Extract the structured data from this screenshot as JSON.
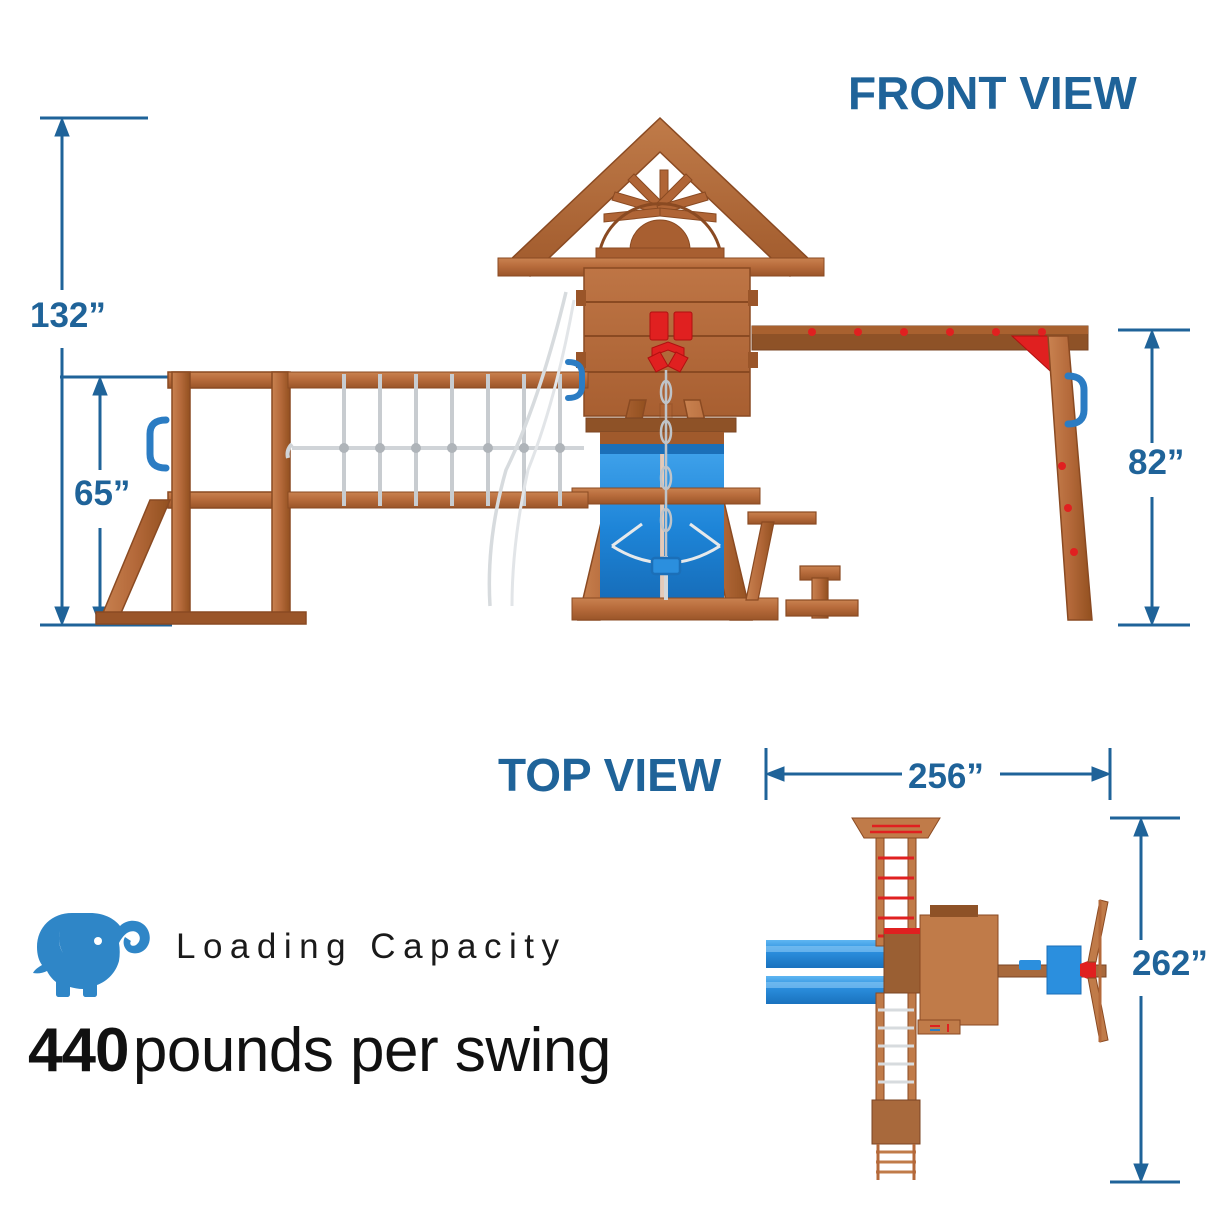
{
  "views": {
    "front": {
      "title": "FRONT VIEW"
    },
    "top": {
      "title": "TOP VIEW"
    }
  },
  "dimensions": {
    "overall_height": "132”",
    "deck_height": "65”",
    "beam_height": "82”",
    "overall_width": "256”",
    "overall_depth": "262”"
  },
  "capacity": {
    "icon": "elephant-icon",
    "title": "Loading Capacity",
    "number": "440",
    "unit": "pounds per swing"
  },
  "colors": {
    "dimension_blue": "#1F6399",
    "title_blue": "#1F6399",
    "wood_light": "#C77B47",
    "wood_mid": "#B4693A",
    "wood_dark": "#8E4F28",
    "wood_shadow": "#7A4423",
    "slide_blue": "#2A8FE0",
    "accent_red": "#E02020",
    "handle_blue": "#2B7CC3",
    "text_black": "#111111"
  }
}
